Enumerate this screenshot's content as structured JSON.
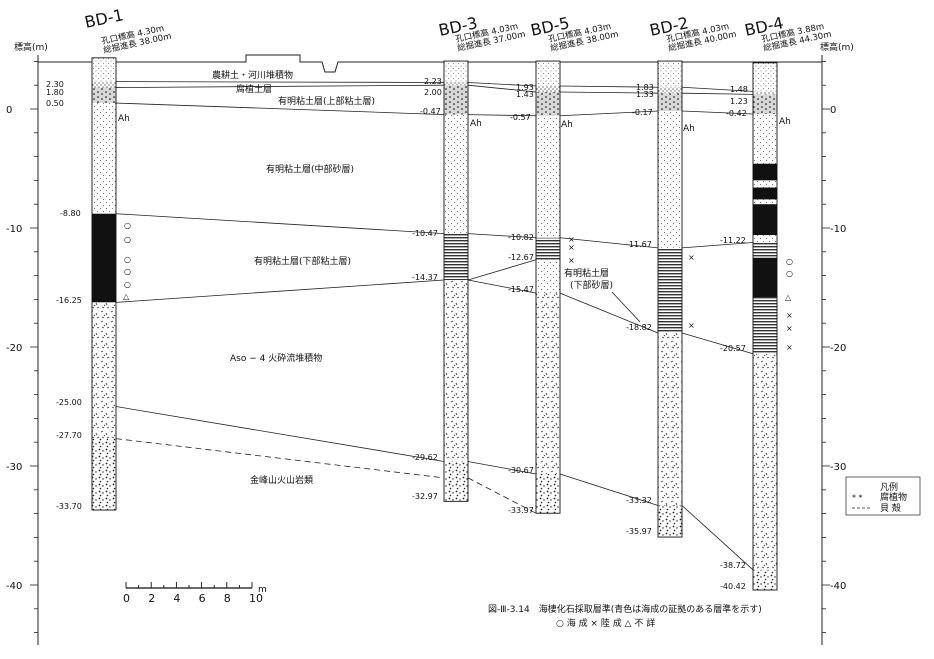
{
  "axis_labels": {
    "left": "標高(m)",
    "right": "標高(m)"
  },
  "ticks": [
    {
      "value": 0,
      "label": "0"
    },
    {
      "value": -10,
      "label": "-10"
    },
    {
      "value": -20,
      "label": "-20"
    },
    {
      "value": -30,
      "label": "-30"
    },
    {
      "value": -40,
      "label": "-40"
    }
  ],
  "boreholes": [
    {
      "id": "BD-1",
      "label": "BD-1",
      "info1": "孔口標高 4.30m",
      "info2": "総掘進長 38.00m"
    },
    {
      "id": "BD-3",
      "label": "BD-3",
      "info1": "孔口標高 4.03m",
      "info2": "総掘進長 37.00m"
    },
    {
      "id": "BD-5",
      "label": "BD-5",
      "info1": "孔口標高 4.03m",
      "info2": "総掘進長 38.00m"
    },
    {
      "id": "BD-2",
      "label": "BD-2",
      "info1": "孔口標高 4.03m",
      "info2": "総掘進長 40.00m"
    },
    {
      "id": "BD-4",
      "label": "BD-4",
      "info1": "孔口標高 3.88m",
      "info2": "総掘進長 44.30m"
    }
  ],
  "depth_labels": {
    "bd1": [
      "2.30",
      "1.80",
      "0.50",
      "-8.80",
      "-16.25",
      "-25.00",
      "-27.70",
      "-33.70"
    ],
    "bd3": [
      "2.23",
      "2.00",
      "-0.47",
      "-10.47",
      "-14.37",
      "-29.62",
      "-32.97"
    ],
    "bd5": [
      "1.93",
      "1.43",
      "-0.57",
      "-10.82",
      "-12.67",
      "-15.47",
      "-30.67",
      "-33.97"
    ],
    "bd2": [
      "1.83",
      "1.33",
      "-0.17",
      "-11.67",
      "-18.82",
      "-33.32",
      "-35.97"
    ],
    "bd4": [
      "1.48",
      "1.23",
      "-0.42",
      "-11.22",
      "-20.57",
      "-38.72",
      "-40.42"
    ]
  },
  "ah_label": "Ah",
  "layer_names": {
    "agri": "農耕土・河川堆積物",
    "humus": "腐植土層",
    "upper": "有明粘土層(上部粘土層)",
    "middle": "有明粘土層(中部砂層)",
    "lower": "有明粘土層(下部粘土層)",
    "lower_sand_1": "有明粘土層",
    "lower_sand_2": "(下部砂層)",
    "aso": "Aso − 4 火砕流堆積物",
    "kinpo": "金峰山火山岩類"
  },
  "legend": {
    "title": "凡例",
    "item1": "腐植物",
    "item2": "貝 殻"
  },
  "caption": {
    "line1": "図-Ⅲ-3.14　海棲化石採取層準(青色は海成の証拠のある層準を示す)",
    "line2": "○ 海 成 × 陸 成 △ 不 詳"
  },
  "scale": {
    "labels": [
      "0",
      "2",
      "4",
      "6",
      "8",
      "10"
    ],
    "unit": "m"
  }
}
